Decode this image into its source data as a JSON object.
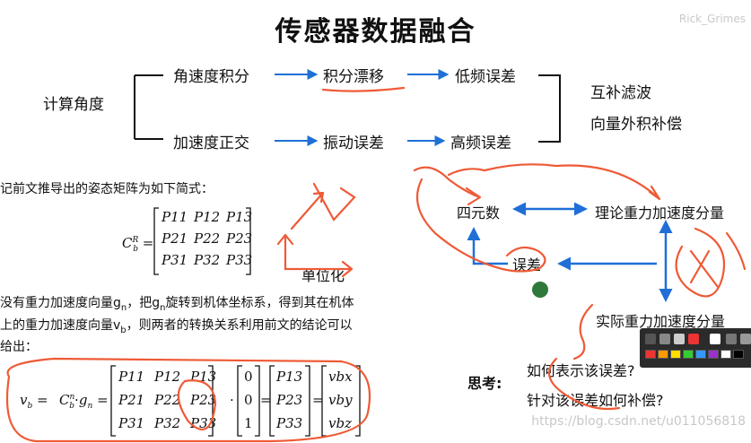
{
  "title": "传感器数据融合",
  "watermark_top": "Rick_Grimes",
  "diagram": {
    "root": "计算角度",
    "top_row": [
      "角速度积分",
      "积分漂移",
      "低频误差"
    ],
    "bottom_row": [
      "加速度正交",
      "振动误差",
      "高频误差"
    ],
    "methods": [
      "互补滤波",
      "向量外积补偿"
    ]
  },
  "text": {
    "line1": "记前文推导出的姿态矩阵为如下简式：",
    "handwritten_label": "单位化",
    "para_line1": "没有重力加速度向量g",
    "para_line1_b": "，把g",
    "para_line1_c": "旋转到机体坐标系，得到其在机体",
    "para_sub_n": "n",
    "para_line2": "上的重力加速度向量v",
    "para_sub_b": "b",
    "para_line2_b": "，则两者的转换关系利用前文的结论可以",
    "para_line3": "给出："
  },
  "matrix_left": {
    "label": "C",
    "sup": "R",
    "sub": "b",
    "cells": [
      [
        "P11",
        "P12",
        "P13"
      ],
      [
        "P21",
        "P22",
        "P23"
      ],
      [
        "P31",
        "P32",
        "P33"
      ]
    ]
  },
  "flow": {
    "quaternion": "四元数",
    "theoretical": "理论重力加速度分量",
    "error": "误差",
    "actual": "实际重力加速度分量"
  },
  "equation": {
    "lhs": "v",
    "lhs_sub": "b",
    "eq": "=",
    "c": "C",
    "c_sup": "n",
    "c_sub": "b",
    "dot": "·",
    "g": "g",
    "g_sub": "n",
    "mat": [
      [
        "P11",
        "P12",
        "P13"
      ],
      [
        "P21",
        "P22",
        "P23"
      ],
      [
        "P31",
        "P32",
        "P33"
      ]
    ],
    "vec_g": [
      "0",
      "0",
      "1"
    ],
    "vec_p": [
      "P13",
      "P23",
      "P33"
    ],
    "vec_v": [
      "vbx",
      "vby",
      "vbz"
    ]
  },
  "think": {
    "label": "思考:",
    "q1": "如何表示该误差?",
    "q2": "针对该误差如何补偿?"
  },
  "watermark_bottom": "https://blog.csdn.net/u011056818",
  "colors": {
    "arrow_blue": "#1f6fd6",
    "annot_red": "#ee5a36",
    "toolbar_bg": "#2b2b2b"
  }
}
